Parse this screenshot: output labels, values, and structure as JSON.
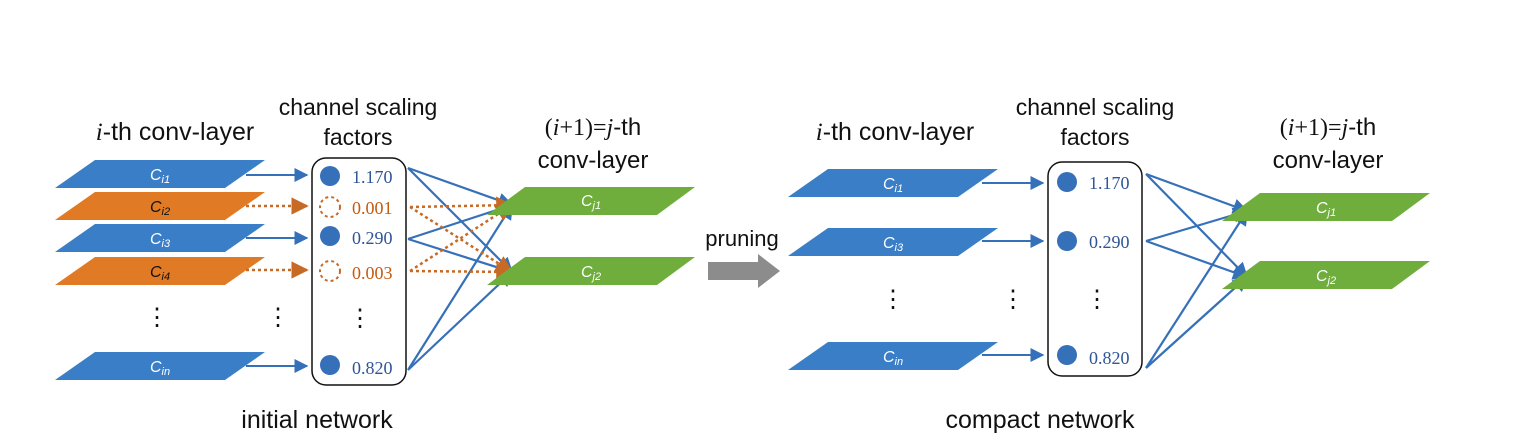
{
  "colors": {
    "blue": "#3a7ec7",
    "orange": "#e07a25",
    "green": "#6fae3c",
    "arrow_blue": "#3570b8",
    "pruned": "#c76a25",
    "gray_arrow": "#8c8c8c"
  },
  "left": {
    "layer_label_prefix": "i",
    "layer_label_suffix": "-th conv-layer",
    "factors_label_line1": "channel scaling",
    "factors_label_line2": "factors",
    "next_label_line1_a": "(",
    "next_label_line1_b": "i",
    "next_label_line1_c": "+1)=",
    "next_label_line1_d": "j",
    "next_label_line1_e": "-th",
    "next_label_line2": "conv-layer",
    "channels": [
      {
        "label": "C",
        "sub": "i1",
        "factor": "1.170",
        "pruned": false
      },
      {
        "label": "C",
        "sub": "i2",
        "factor": "0.001",
        "pruned": true
      },
      {
        "label": "C",
        "sub": "i3",
        "factor": "0.290",
        "pruned": false
      },
      {
        "label": "C",
        "sub": "i4",
        "factor": "0.003",
        "pruned": true
      },
      {
        "label": "C",
        "sub": "in",
        "factor": "0.820",
        "pruned": false
      }
    ],
    "outputs": [
      {
        "label": "C",
        "sub": "j1"
      },
      {
        "label": "C",
        "sub": "j2"
      }
    ],
    "dots": "⋮",
    "caption": "initial network"
  },
  "middle": {
    "label": "pruning"
  },
  "right": {
    "layer_label_prefix": "i",
    "layer_label_suffix": "-th conv-layer",
    "factors_label_line1": "channel scaling",
    "factors_label_line2": "factors",
    "next_label_line1_a": "(",
    "next_label_line1_b": "i",
    "next_label_line1_c": "+1)=",
    "next_label_line1_d": "j",
    "next_label_line1_e": "-th",
    "next_label_line2": "conv-layer",
    "channels": [
      {
        "label": "C",
        "sub": "i1",
        "factor": "1.170"
      },
      {
        "label": "C",
        "sub": "i3",
        "factor": "0.290"
      },
      {
        "label": "C",
        "sub": "in",
        "factor": "0.820"
      }
    ],
    "outputs": [
      {
        "label": "C",
        "sub": "j1"
      },
      {
        "label": "C",
        "sub": "j2"
      }
    ],
    "dots": "⋮",
    "caption": "compact network"
  }
}
